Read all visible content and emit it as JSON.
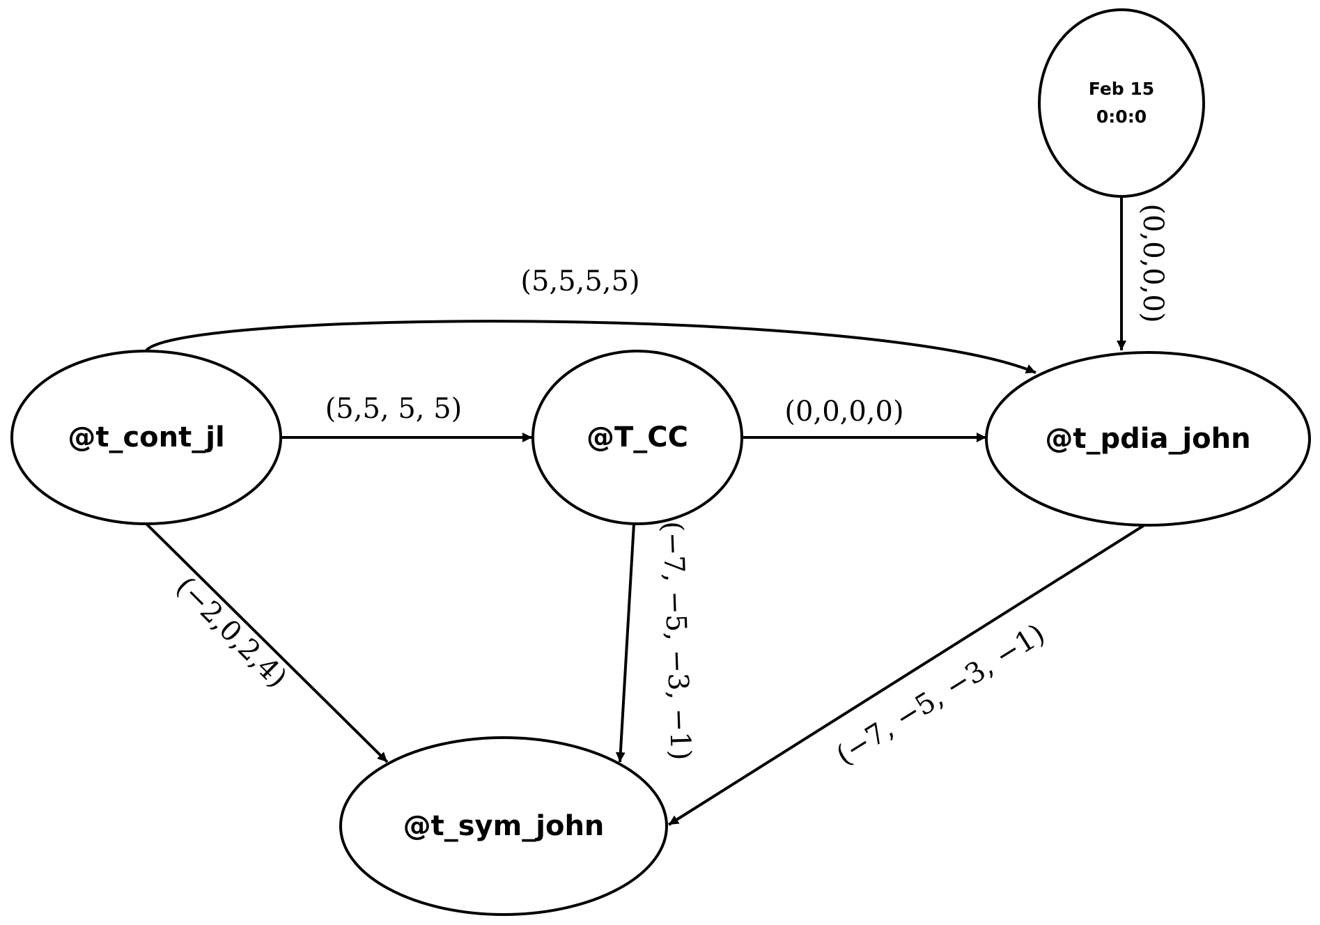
{
  "nodes": {
    "t_cont_jl": {
      "label": "@t_cont_jl"
    },
    "t_cc": {
      "label": "@T_CC"
    },
    "t_pdia_john": {
      "label": "@t_pdia_john"
    },
    "t_sym_john": {
      "label": "@t_sym_john"
    },
    "feb15": {
      "line1": "Feb 15",
      "line2": "0:0:0"
    }
  },
  "edges": {
    "cont_to_cc": {
      "label": "(5,5, 5, 5)"
    },
    "cc_to_pdia": {
      "label": "(0,0,0,0)"
    },
    "cont_to_pdia": {
      "label": "(5,5,5,5)"
    },
    "feb_to_pdia": {
      "label": "(0,0,0,0)"
    },
    "cont_to_sym": {
      "label": "(−2,0,2,4)"
    },
    "cc_to_sym": {
      "label": "(−7, −5, −3, −1)"
    },
    "pdia_to_sym": {
      "label": "(−7, −5, −3, −1)"
    }
  },
  "colors": {
    "stroke": "#000000",
    "background": "#ffffff"
  }
}
